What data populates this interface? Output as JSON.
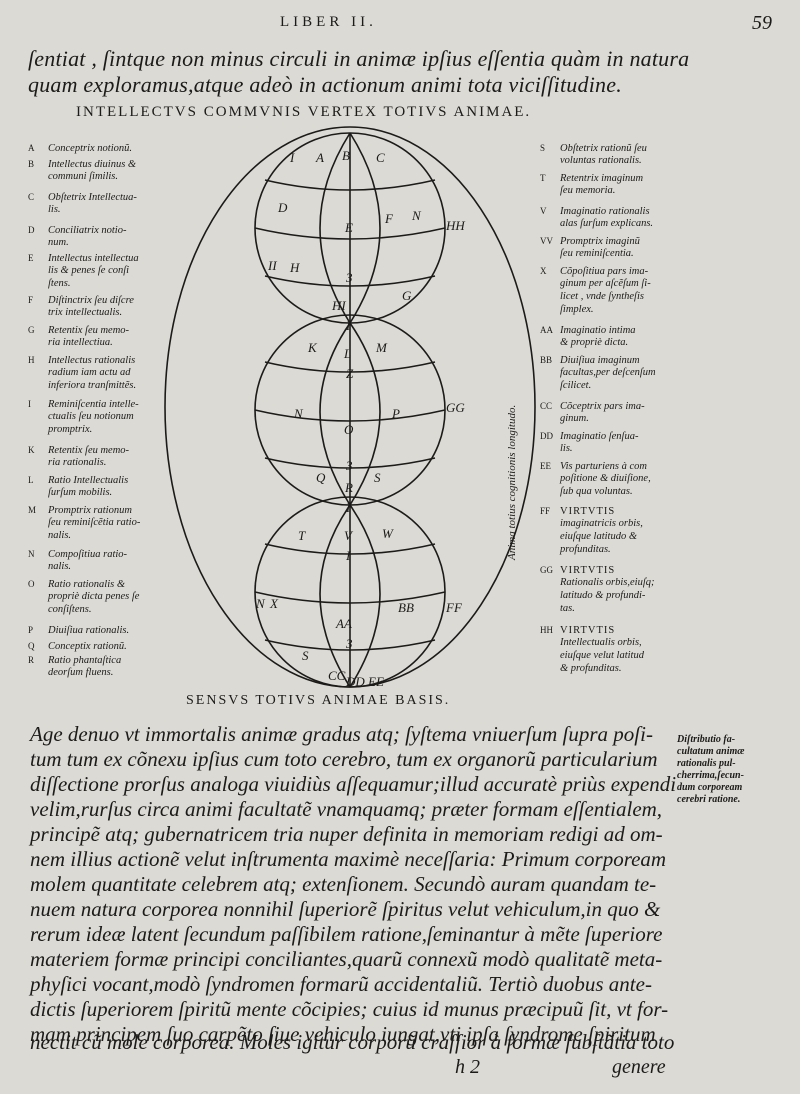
{
  "header": {
    "running_head": "LIBER II.",
    "page_number": "59"
  },
  "intro_lines": [
    "ſentiat , ſintque non minus circuli in animæ ipſius eſſentia quàm in natura",
    "quam exploramus,atque adeò in actionum animi tota viciſſitudine."
  ],
  "diagram": {
    "top_title": "INTELLECTVS COMMVNIS VERTEX TOTIVS ANIMAE.",
    "bottom_title": "SENSVS TOTIVS ANIMAE BASIS.",
    "side_label": "Anima totius cognitionis longitudo.",
    "upper_letters": [
      "A",
      "B",
      "C",
      "D",
      "E",
      "F",
      "H",
      "N",
      "I",
      "II",
      "3",
      "HH",
      "G"
    ],
    "middle_letters": [
      "HI",
      "K",
      "L",
      "M",
      "N",
      "O",
      "P",
      "Q",
      "R",
      "S",
      "GG",
      "I",
      "Z",
      "3"
    ],
    "lower_letters": [
      "T",
      "V",
      "W",
      "X",
      "AA",
      "BB",
      "FF",
      "CC",
      "DD",
      "EE",
      "N",
      "I",
      "3",
      "S",
      "I"
    ],
    "left_legend": [
      {
        "key": "A",
        "lines": [
          "Conceptrix notionũ."
        ]
      },
      {
        "key": "B",
        "lines": [
          "Intellectus diuinus &",
          "communi ſimilis."
        ]
      },
      {
        "key": "C",
        "lines": [
          "Obſtetrix Intellectua-",
          "lis."
        ]
      },
      {
        "key": "D",
        "lines": [
          "Conciliatrix notio-",
          "num."
        ]
      },
      {
        "key": "E",
        "lines": [
          "Intellectus intellectua",
          "lis & penes ſe conſi",
          "ſtens."
        ]
      },
      {
        "key": "F",
        "lines": [
          "Diſtinctrix ſeu diſcre",
          "trix intellectualis."
        ]
      },
      {
        "key": "G",
        "lines": [
          "Retentix ſeu memo-",
          "ria intellectiua."
        ]
      },
      {
        "key": "H",
        "lines": [
          "Intellectus rationalis",
          "radium iam actu ad",
          "inferiora tranſmittẽs."
        ]
      },
      {
        "key": "I",
        "lines": [
          "Reminiſcentia intelle-",
          "ctualis ſeu notionum",
          "promptrix."
        ]
      },
      {
        "key": "K",
        "lines": [
          "Retentix ſeu memo-",
          "ria rationalis."
        ]
      },
      {
        "key": "L",
        "lines": [
          "Ratio Intellectualis",
          "ſurſum mobilis."
        ]
      },
      {
        "key": "M",
        "lines": [
          "Promptrix rationum",
          "ſeu reminiſcẽtia ratio-",
          "nalis."
        ]
      },
      {
        "key": "N",
        "lines": [
          "Compoſitiua ratio-",
          "nalis."
        ]
      },
      {
        "key": "O",
        "lines": [
          "Ratio rationalis &",
          "propriè dicta penes ſe",
          "conſiſtens."
        ]
      },
      {
        "key": "P",
        "lines": [
          "Diuiſiua rationalis."
        ]
      },
      {
        "key": "Q",
        "lines": [
          "Conceptix rationũ."
        ]
      },
      {
        "key": "R",
        "lines": [
          "Ratio phantaſtica",
          "deorſum fluens."
        ]
      }
    ],
    "right_legend": [
      {
        "key": "S",
        "lines": [
          "Obſtetrix rationũ ſeu",
          "voluntas rationalis."
        ]
      },
      {
        "key": "T",
        "lines": [
          "Retentrix imaginum",
          "ſeu memoria."
        ]
      },
      {
        "key": "V",
        "lines": [
          "Imaginatio rationalis",
          "alas ſurſum explicans."
        ]
      },
      {
        "key": "VV",
        "lines": [
          "Promptrix imaginũ",
          "ſeu reminiſcentia."
        ]
      },
      {
        "key": "X",
        "lines": [
          "Cõpoſitiua pars ima-",
          "ginum per aſcẽſum ſi-",
          "licet , vnde ſyntheſis",
          "ſimplex."
        ]
      },
      {
        "key": "AA",
        "lines": [
          "Imaginatio intima",
          "& propriè dicta."
        ]
      },
      {
        "key": "BB",
        "lines": [
          "Diuiſiua imaginum",
          "facultas,per deſcenſum",
          "ſcilicet."
        ]
      },
      {
        "key": "CC",
        "lines": [
          "Cõceptrix pars ima-",
          "ginum."
        ]
      },
      {
        "key": "DD",
        "lines": [
          "Imaginatio ſenſua-",
          "lis."
        ]
      },
      {
        "key": "EE",
        "lines": [
          "Vis parturiens à com",
          "poſitione & diuiſione,",
          "ſub qua voluntas."
        ]
      },
      {
        "key": "FF",
        "lines": [
          "VIRTVTIS",
          "imaginatricis orbis,",
          "eiuſque latitudo &",
          "profunditas."
        ]
      },
      {
        "key": "GG",
        "lines": [
          "VIRTVTIS",
          "Rationalis orbis,eiuſq;",
          "latitudo & profundi-",
          "tas."
        ]
      },
      {
        "key": "HH",
        "lines": [
          "VIRTVTIS",
          "Intellectualis orbis,",
          "eiuſque velut latitud",
          "& profunditas."
        ]
      }
    ]
  },
  "body_lines": [
    "Age denuo vt immortalis animæ gradus atq; ſyſtema vniuerſum ſupra poſi-",
    "tum tum ex cõnexu ipſius cum toto cerebro, tum ex organorũ particularium",
    "diſſectione prorſus analoga viuidiùs aſſequamur;illud accuratè priùs expendi",
    "velim,rurſus circa animi facultatẽ vnamquamq; præter formam eſſentialem,",
    "principẽ atq; gubernatricem tria nuper definita in memoriam redigi ad om-",
    "nem illius actionẽ velut inſtrumenta maximè neceſſaria: Primum corpoream",
    "molem quantitate celebrem atq; extenſionem. Secundò auram quandam te-",
    "nuem natura corporea nonnihil ſuperiorẽ ſpiritus velut vehiculum,in quo &",
    "rerum ideæ latent ſecundum paſſibilem ratione,ſeminantur à mẽte ſuperiore",
    "materiem formæ principi conciliantes,quarũ connexũ modò qualitatẽ meta-",
    "phyſici vocant,modò ſyndromen formarũ accidentaliũ. Tertiò duobus ante-",
    "dictis ſuperiorem ſpiritũ mente cõcipies; cuius id munus præcipuũ ſit, vt for-",
    "mam principem ſuo carpẽto ſiue vehiculo iungat,vti ipſa ſyndrome ſpiritum",
    "nectit cũ mole corporea. Moles igitur corporũ craſſior à formæ ſubſtãtia toto"
  ],
  "margin_note": [
    "Diſtributio fa-",
    "cultatum animæ",
    "rationalis pul-",
    "cherrima,ſecun-",
    "dum corpoream",
    "cerebri ratione."
  ],
  "footer": {
    "signature": "h  2",
    "catchword": "genere"
  }
}
